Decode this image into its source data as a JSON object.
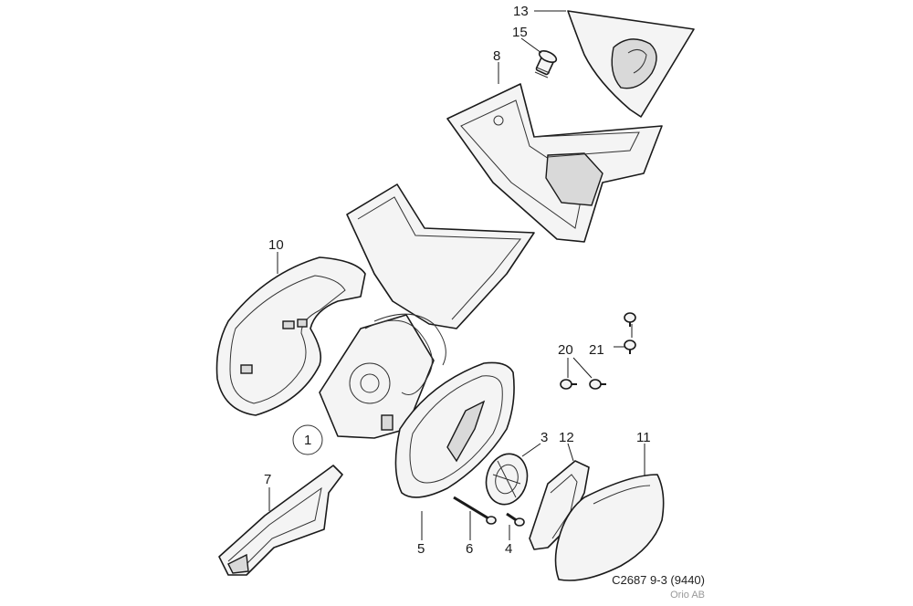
{
  "callouts": [
    {
      "id": "13",
      "label": "13"
    },
    {
      "id": "15",
      "label": "15"
    },
    {
      "id": "8",
      "label": "8"
    },
    {
      "id": "10",
      "label": "10"
    },
    {
      "id": "20",
      "label": "20"
    },
    {
      "id": "21",
      "label": "21"
    },
    {
      "id": "1",
      "label": "1"
    },
    {
      "id": "3",
      "label": "3"
    },
    {
      "id": "12",
      "label": "12"
    },
    {
      "id": "11",
      "label": "11"
    },
    {
      "id": "7",
      "label": "7"
    },
    {
      "id": "5",
      "label": "5"
    },
    {
      "id": "6",
      "label": "6"
    },
    {
      "id": "4",
      "label": "4"
    }
  ],
  "footer": {
    "reference": "C2687 9-3 (9440)",
    "company": "Orio AB"
  }
}
